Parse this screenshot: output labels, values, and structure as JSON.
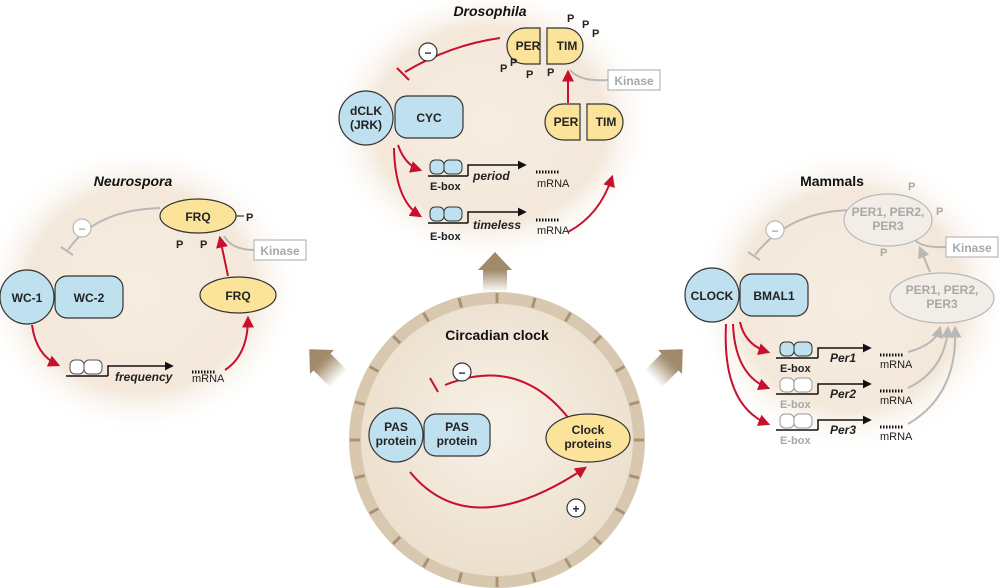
{
  "drosophila": {
    "title": "Drosophila",
    "dclk_line1": "dCLK",
    "dclk_line2": "(JRK)",
    "cyc": "CYC",
    "per": "PER",
    "tim": "TIM",
    "kinase": "Kinase",
    "phospho": "P",
    "ebox": "E-box",
    "gene1": "period",
    "gene2": "timeless",
    "mrna": "mRNA",
    "minus": "−"
  },
  "neurospora": {
    "title": "Neurospora",
    "wc1": "WC-1",
    "wc2": "WC-2",
    "frq": "FRQ",
    "kinase": "Kinase",
    "phospho": "P",
    "gene": "frequency",
    "mrna": "mRNA",
    "minus": "−"
  },
  "mammals": {
    "title": "Mammals",
    "clock": "CLOCK",
    "bmal1": "BMAL1",
    "per_complex_line1": "PER1, PER2,",
    "per_complex_line2": "PER3",
    "kinase": "Kinase",
    "phospho": "P",
    "ebox": "E-box",
    "gene1": "Per1",
    "gene2": "Per2",
    "gene3": "Per3",
    "mrna": "mRNA",
    "minus": "−"
  },
  "center": {
    "title": "Circadian clock",
    "pas1_line1": "PAS",
    "pas1_line2": "protein",
    "pas2_line1": "PAS",
    "pas2_line2": "protein",
    "clock_line1": "Clock",
    "clock_line2": "proteins",
    "minus": "−",
    "plus": "+"
  },
  "colors": {
    "activator_blue": "#bfe0ee",
    "clock_protein_yellow": "#fbe49a",
    "arrow_red": "#c8102e",
    "inactive_gray": "#b8b8b8",
    "background_glow": "#efe3d3"
  }
}
